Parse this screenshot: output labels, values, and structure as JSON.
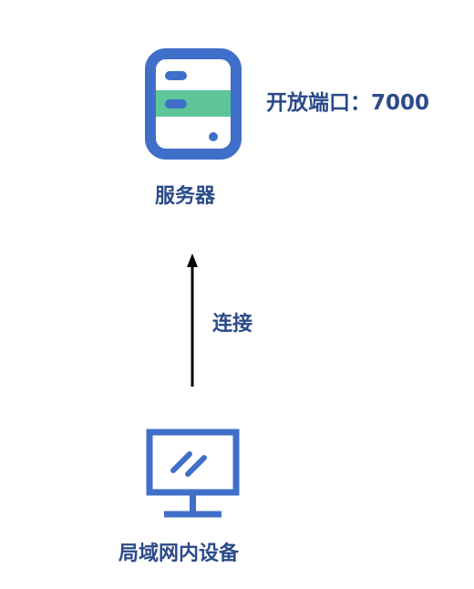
{
  "server": {
    "label": "服务器",
    "port_label": "开放端口：7000",
    "icon": "server-icon"
  },
  "connection": {
    "label": "连接",
    "direction": "device-to-server"
  },
  "device": {
    "label": "局域网内设备",
    "icon": "monitor-icon"
  },
  "colors": {
    "icon_blue": "#3f6fc8",
    "accent_green": "#5fc69a",
    "text": "#2b4a8a",
    "arrow": "#000000"
  }
}
